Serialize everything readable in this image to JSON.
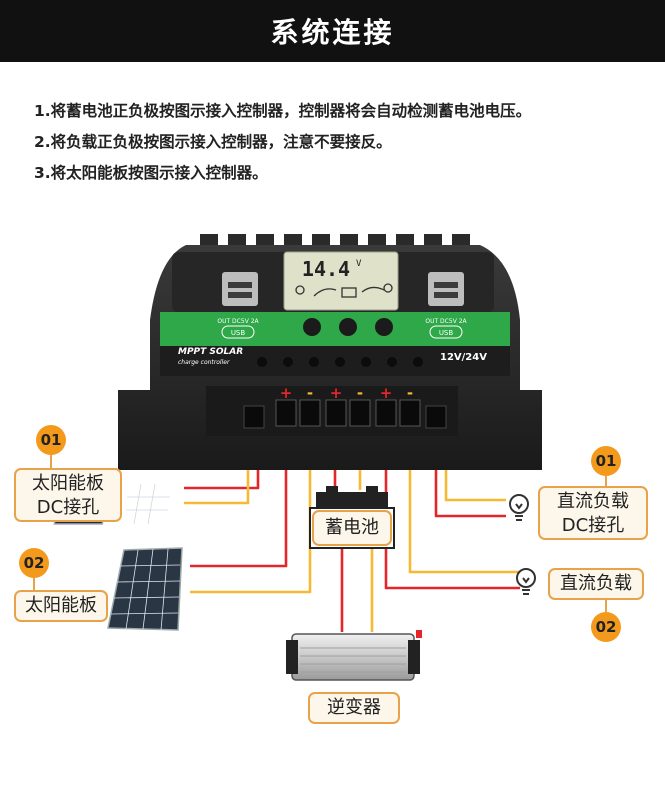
{
  "header": {
    "title": "系统连接"
  },
  "steps": [
    "1.将蓄电池正负极按图示接入控制器，控制器将会自动检测蓄电池电压。",
    "2.将负载正负极按图示接入控制器，注意不要接反。",
    "3.将太阳能板按图示接入控制器。"
  ],
  "controller": {
    "display_value": "14.4",
    "display_unit": "V",
    "brand_line1": "MPPT SOLAR",
    "brand_line2": "charge controller",
    "voltage": "12V/24V",
    "usb_label": "OUT DC5V 2A",
    "usb_badge": "USB",
    "polarity": [
      "+",
      "-",
      "+",
      "-",
      "+",
      "-"
    ]
  },
  "labels": {
    "left_01_num": "01",
    "left_01_line1": "太阳能板",
    "left_01_line2": "DC接孔",
    "left_02_num": "02",
    "left_02_text": "太阳能板",
    "battery": "蓄电池",
    "inverter": "逆变器",
    "right_01_num": "01",
    "right_01_line1": "直流负载",
    "right_01_line2": "DC接孔",
    "right_02_num": "02",
    "right_02_text": "直流负载"
  },
  "colors": {
    "wire_red": "#e4262a",
    "wire_yellow": "#f5b932",
    "panel_green": "#2fa84a",
    "accent_orange": "#f39a1c"
  }
}
